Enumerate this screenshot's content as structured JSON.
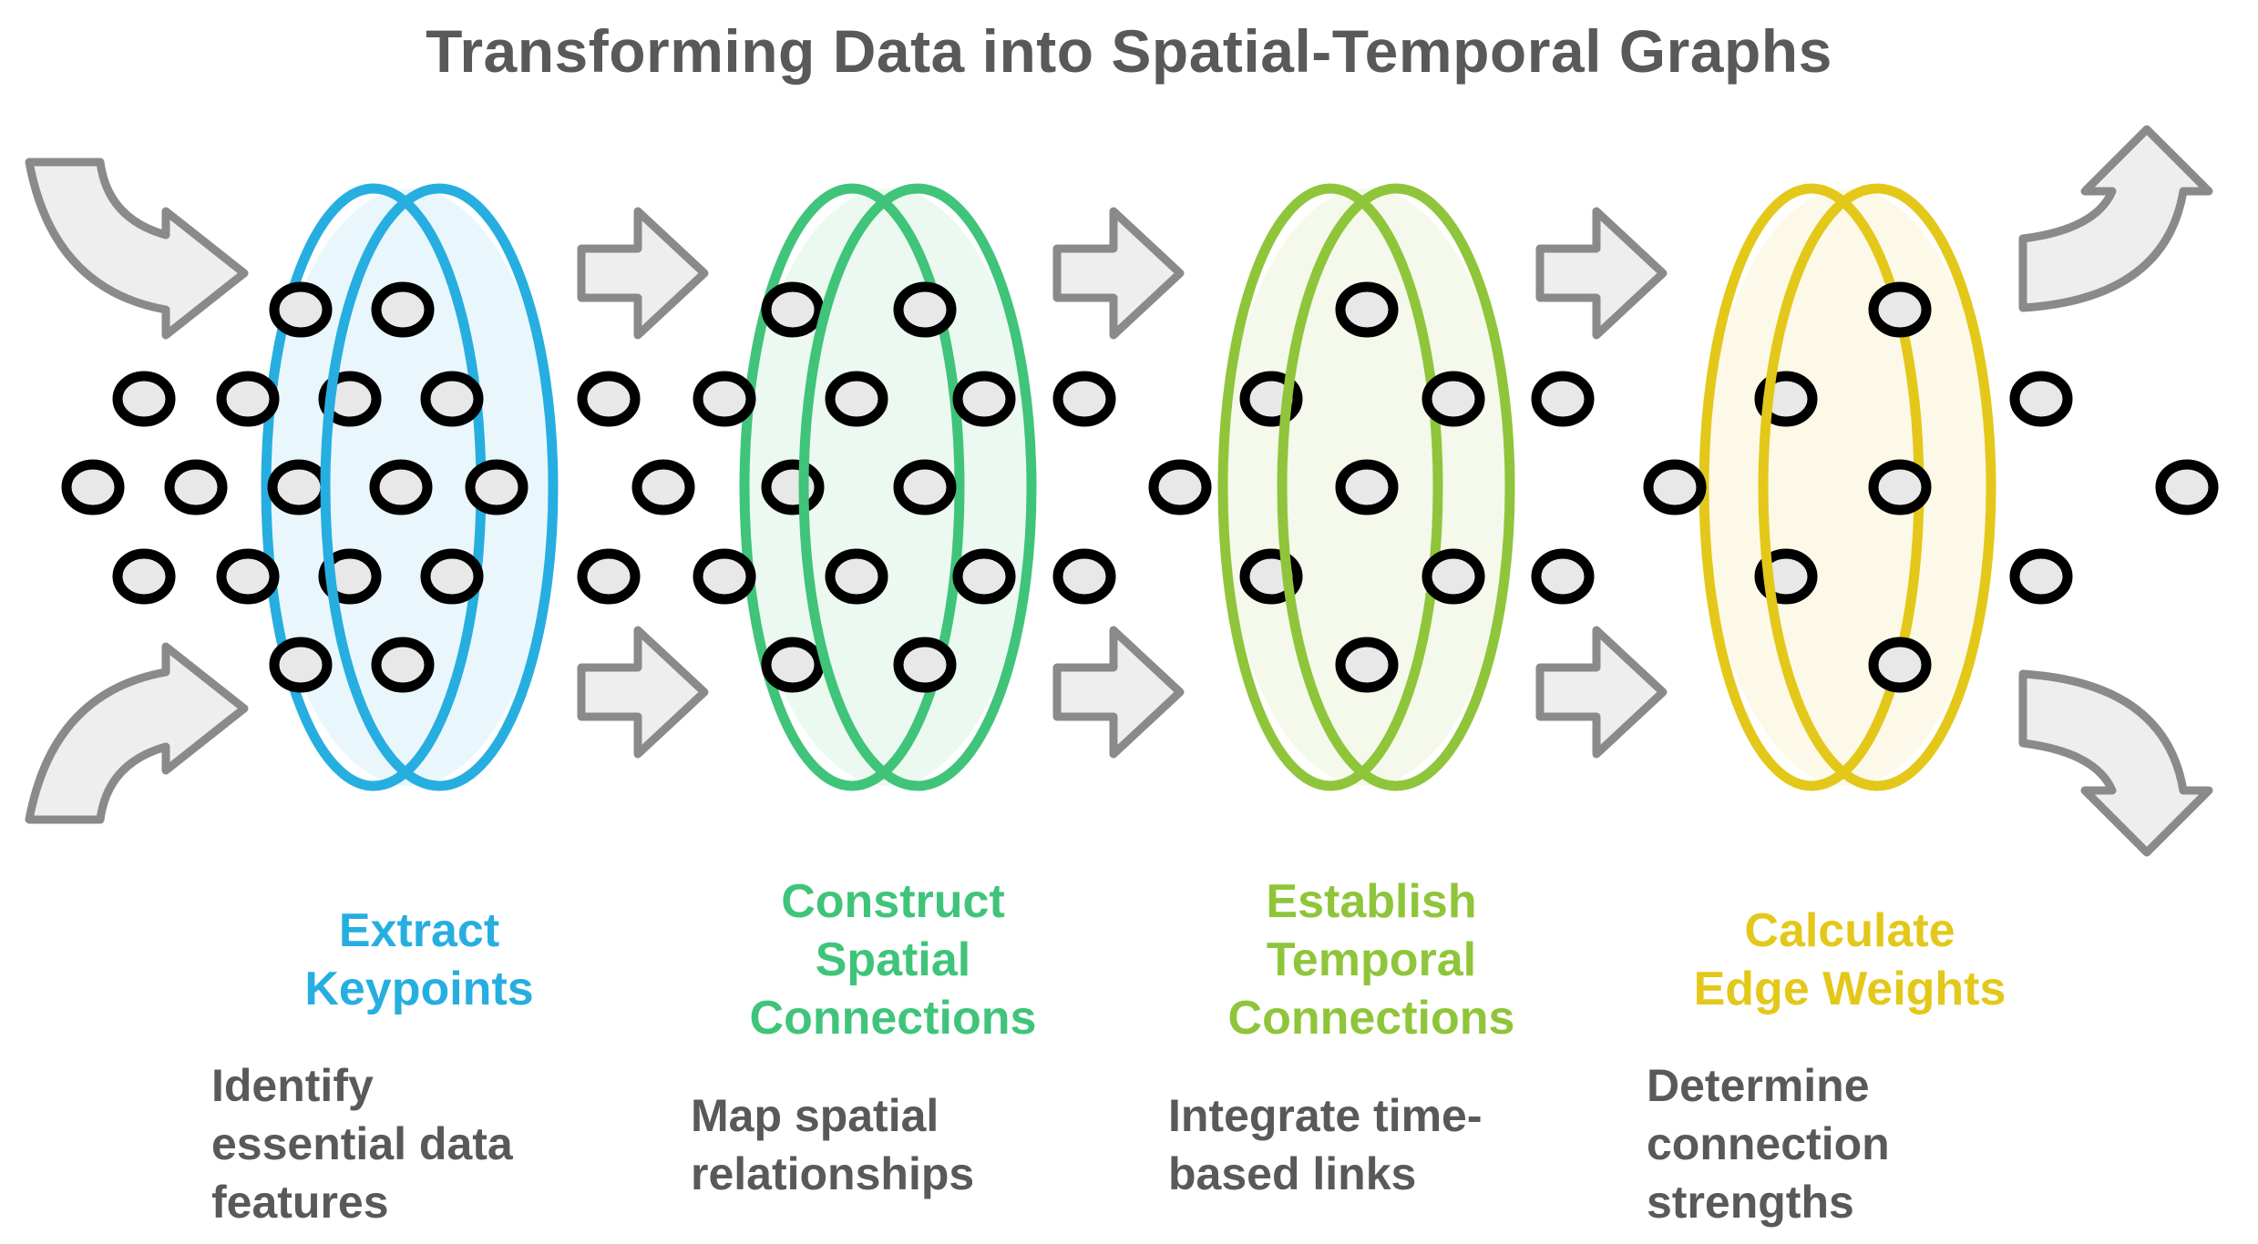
{
  "title": "Transforming Data into Spatial-Temporal Graphs",
  "colors": {
    "arrow_fill": "#eeeeee",
    "arrow_stroke": "#8a8a8a",
    "dot_fill": "#e8e8e8",
    "dot_stroke": "#000000",
    "text_gray": "#595959"
  },
  "steps": [
    {
      "title": "Extract\nKeypoints",
      "description": "Identify\nessential data\nfeatures",
      "color": "#27aee0",
      "icon": "lens-ring"
    },
    {
      "title": "Construct\nSpatial\nConnections",
      "description": "Map spatial\nrelationships",
      "color": "#3fc47a",
      "icon": "lens-ring"
    },
    {
      "title": "Establish\nTemporal\nConnections",
      "description": "Integrate time-\nbased links",
      "color": "#8fc53a",
      "icon": "lens-ring"
    },
    {
      "title": "Calculate\nEdge Weights",
      "description": "Determine\nconnection\nstrengths",
      "color": "#e3c81a",
      "icon": "lens-ring"
    }
  ]
}
